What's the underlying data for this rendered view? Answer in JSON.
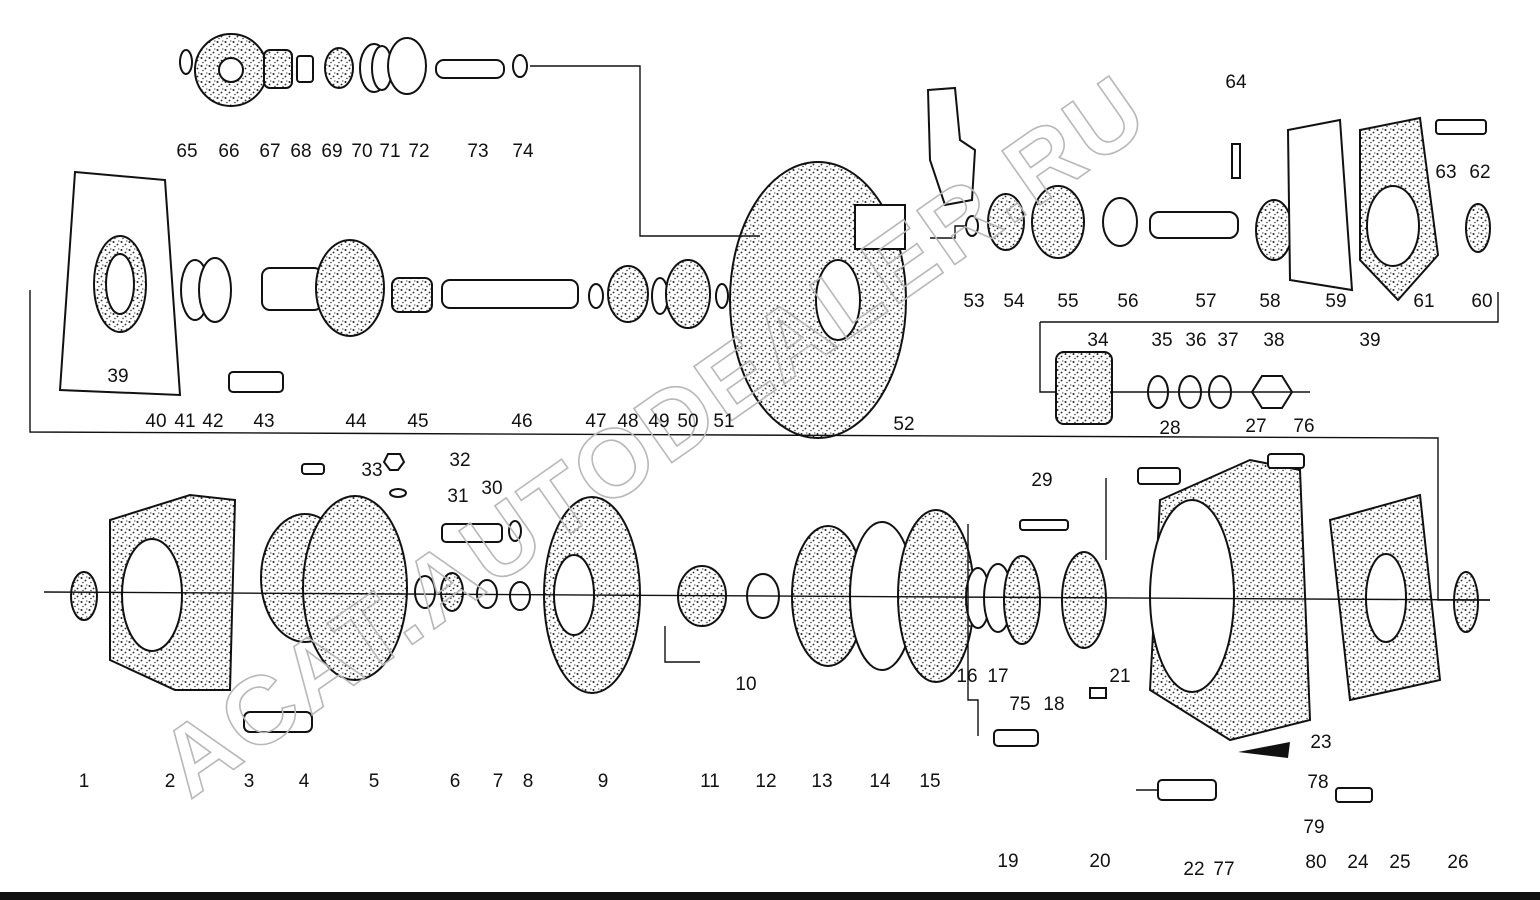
{
  "watermark": "ACAT.AUTODEALER.RU",
  "callouts": [
    "1",
    "2",
    "3",
    "4",
    "5",
    "6",
    "7",
    "8",
    "9",
    "10",
    "11",
    "12",
    "13",
    "14",
    "15",
    "16",
    "17",
    "18",
    "19",
    "20",
    "21",
    "22",
    "23",
    "24",
    "25",
    "26",
    "27",
    "28",
    "29",
    "30",
    "31",
    "32",
    "33",
    "34",
    "35",
    "36",
    "37",
    "38",
    "39",
    "40",
    "41",
    "42",
    "43",
    "44",
    "45",
    "46",
    "47",
    "48",
    "49",
    "50",
    "51",
    "52",
    "53",
    "54",
    "55",
    "56",
    "57",
    "58",
    "59",
    "60",
    "61",
    "62",
    "63",
    "64",
    "65",
    "66",
    "67",
    "68",
    "69",
    "70",
    "71",
    "72",
    "73",
    "74",
    "75",
    "76",
    "77",
    "78",
    "79",
    "80"
  ],
  "extra_callout_39": "39",
  "colors": {
    "ink": "#111111",
    "paper": "#ffffff",
    "watermark": "#b8b8b8"
  }
}
